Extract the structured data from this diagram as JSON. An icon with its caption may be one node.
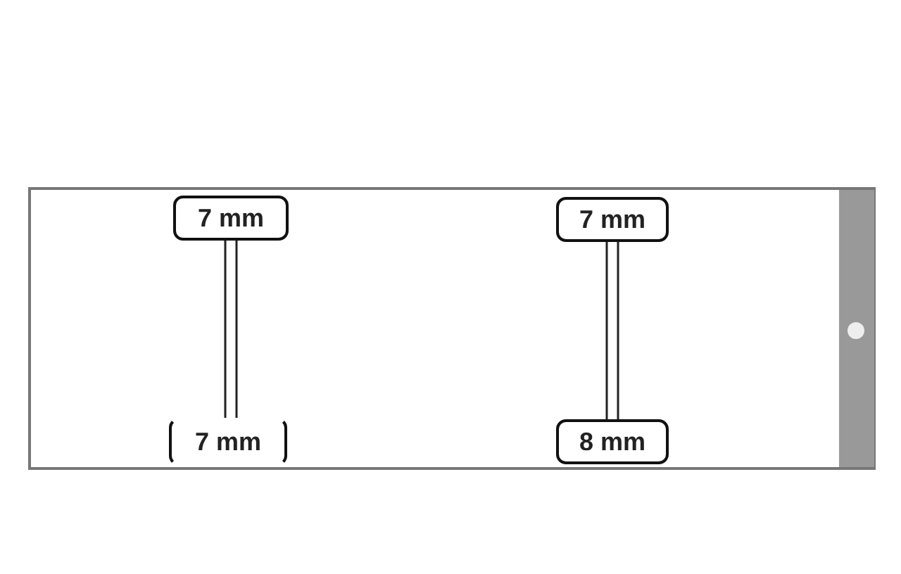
{
  "diagram": {
    "nodes": [
      {
        "text": [
          "7 mm"
        ]
      },
      {
        "text": [
          "7 mm"
        ]
      },
      {
        "text": [
          "7 mm"
        ]
      },
      {
        "text": [
          "8 mm"
        ]
      }
    ],
    "edges": [
      {
        "from": 0,
        "to": 1,
        "arrow": "none"
      },
      {
        "from": 2,
        "to": 3,
        "arrow": "none"
      }
    ]
  }
}
